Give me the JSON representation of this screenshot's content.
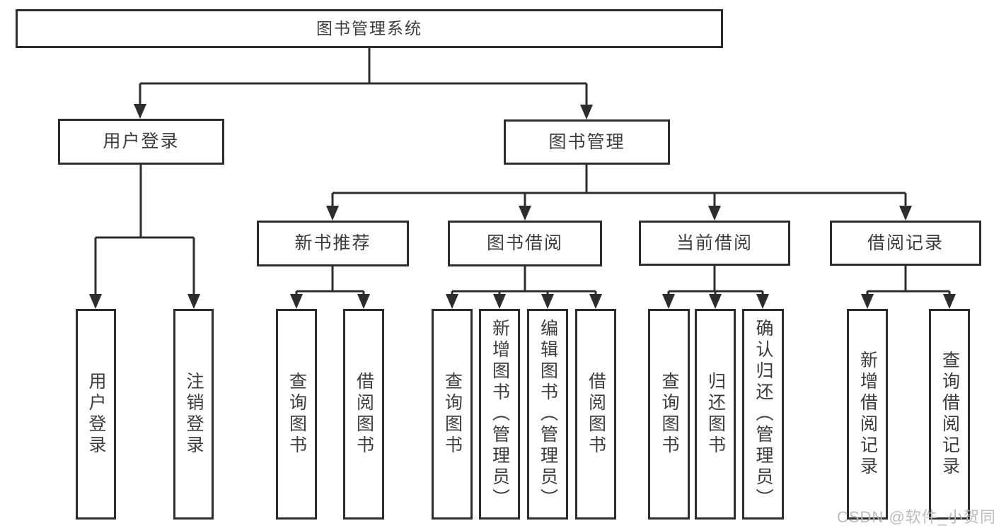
{
  "nodes": {
    "root": "图书管理系统",
    "user_login": "用户登录",
    "book_mgmt": "图书管理",
    "new_books": "新书推荐",
    "book_borrow": "图书借阅",
    "current_borrow": "当前借阅",
    "borrow_records": "借阅记录",
    "ul_user_login": "用户登录",
    "ul_logout": "注销登录",
    "nb_query": "查询图书",
    "nb_borrow": "借阅图书",
    "bb_query": "查询图书",
    "bb_add": "新增图书（管理员）",
    "bb_edit": "编辑图书（管理员）",
    "bb_borrow": "借阅图书",
    "cb_query": "查询图书",
    "cb_return": "归还图书",
    "cb_confirm": "确认归还（管理员）",
    "br_add": "新增借阅记录",
    "br_query": "查询借阅记录"
  },
  "watermark": "CSDN @软件_小贺同学",
  "colors": {
    "line": "#2d2d2d",
    "text": "#3c3c3c",
    "watermark": "#b4b4b4",
    "background": "#ffffff"
  }
}
